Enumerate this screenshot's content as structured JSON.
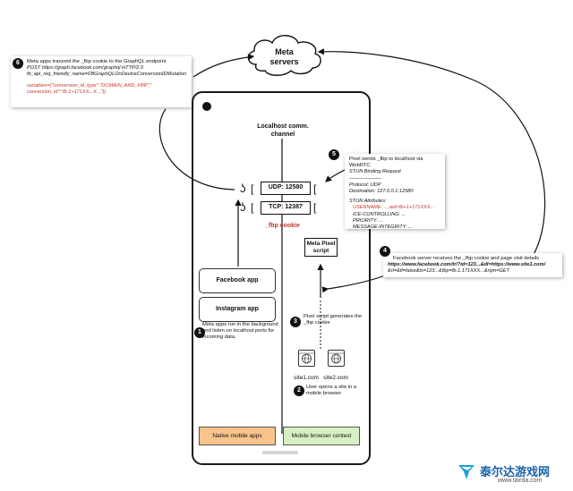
{
  "cloud": {
    "label": "Meta servers"
  },
  "step6": {
    "number": "6",
    "title": "Meta apps transmit the _fbp cookie to the GraphQL endpoint",
    "line1": "POST https://graph.facebook.com/graphql HTTP/2.0",
    "line2": "fb_api_req_friendly_name=FBGraphQLOnDeviceConversionIDMutation",
    "line3": "variables={\"conversion_id_type\":\"DOMAIN_AND_FBP\",\"",
    "line4": "conversion_id\":\"fb.1+171XX...X...\"}}"
  },
  "channel": {
    "label": "Localhost comm. channel"
  },
  "ports": {
    "udp": "UDP: 12580",
    "tcp": "TCP: 12387"
  },
  "fbp_cookie": "_fbp cookie",
  "step5": {
    "number": "5",
    "title": "Pixel sends _fbp to localhost via WebRTC",
    "lines": [
      "STUN Binding Request",
      "-------------------",
      "Protocol: UDP",
      "Destination: 127.0.0.1:12580",
      "",
      "STUN Attributes:",
      "USERNAME: ...:aid<fb+1+171XXX...",
      "ICE-CONTROLLING: ...",
      "PRIORITY: ...",
      "MESSAGE-INTEGRITY: ..."
    ]
  },
  "pixel_script": {
    "label": "Meta Pixel script"
  },
  "step4": {
    "number": "4",
    "title": "Facebook server receives the _fbp cookie and page visit details",
    "line1": "https://www.facebook.com/tr/?id=123...&dl=https://www.site1.com/",
    "line2": "&rl=&if=false&ts=123...&fbp=fb.1.171XXX...&rqm=GET"
  },
  "apps": {
    "facebook": "Facebook app",
    "instagram": "Instagram app"
  },
  "step1": {
    "number": "1",
    "text": "Meta apps run in the background and listen on localhost ports for incoming data."
  },
  "step3": {
    "number": "3",
    "text": "Pixel script generates the _fbp cookie"
  },
  "sites": {
    "site1": "site1.com",
    "site2": "site2.com"
  },
  "step2": {
    "number": "2",
    "text": "User opens a site in a mobile browser"
  },
  "contexts": {
    "native": "Native mobile apps",
    "browser": "Mobile browser context"
  },
  "colors": {
    "native_fill": "#f8c48c",
    "browser_fill": "#d7f0c3",
    "highlight_red": "#c0392b",
    "watermark_blue": "#1b62a8"
  },
  "watermark": {
    "brand": "泰尔达游戏网",
    "url": "www.tairda.com"
  }
}
